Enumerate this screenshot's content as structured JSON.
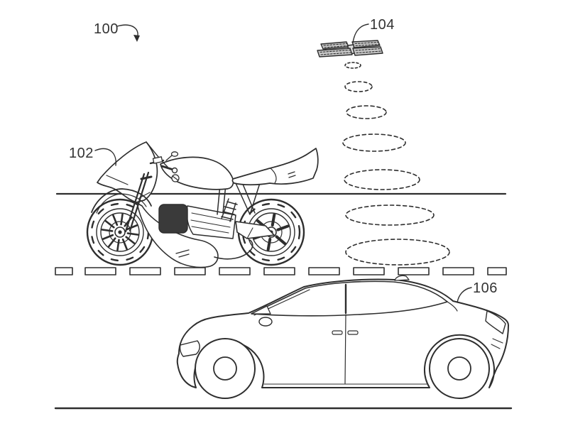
{
  "figure": {
    "background_color": "#ffffff",
    "line_color": "#2e2e2e",
    "label_color": "#333333",
    "labels": {
      "system": "100",
      "motorcycle": "102",
      "drone": "104",
      "car": "106"
    }
  }
}
